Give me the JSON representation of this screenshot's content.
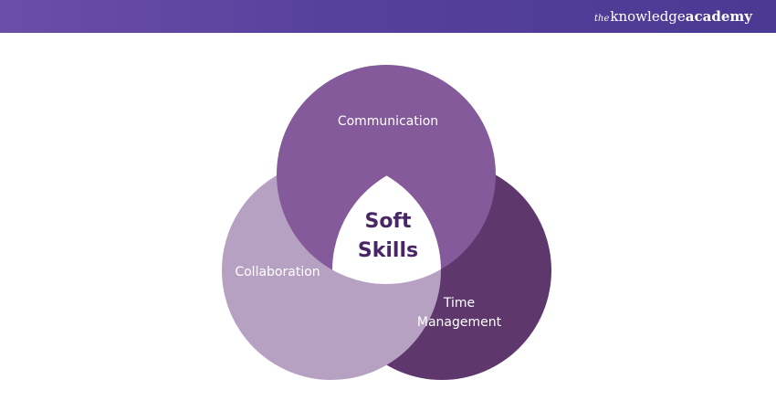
{
  "brand": {
    "the": "the",
    "knowledge": "knowledge",
    "academy": "academy"
  },
  "venn": {
    "center_line1": "Soft",
    "center_line2": "Skills",
    "communication": "Communication",
    "collaboration": "Collaboration",
    "time_line1": "Time",
    "time_line2": "Management"
  },
  "colors": {
    "header_start": "#6a4ea8",
    "header_end": "#4a3a94",
    "communication": "#845a9a",
    "collaboration": "#b7a1c3",
    "time_management": "#5e376c",
    "center_text": "#4a2566"
  }
}
